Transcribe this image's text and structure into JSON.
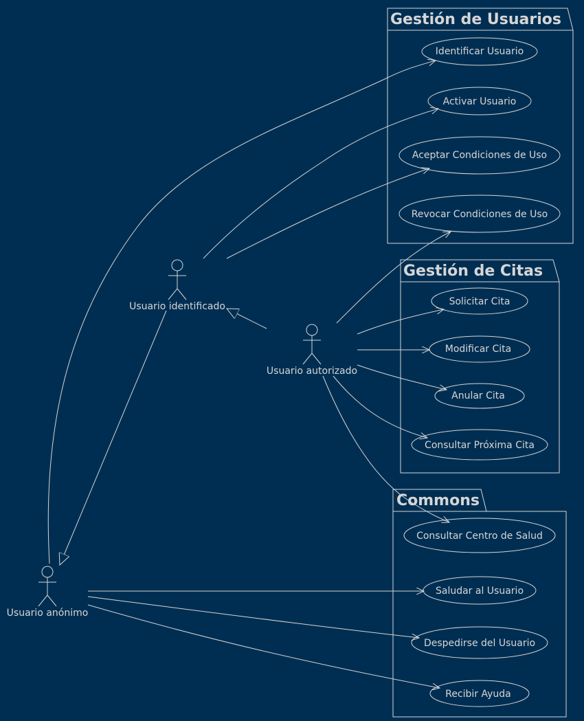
{
  "colors": {
    "background": "#002e52",
    "line": "#d6d6d6",
    "text": "#d6d6d6"
  },
  "packages": [
    {
      "id": "usuarios",
      "title": "Gestión de Usuarios"
    },
    {
      "id": "citas",
      "title": "Gestión de Citas"
    },
    {
      "id": "commons",
      "title": "Commons"
    }
  ],
  "use_cases": [
    {
      "id": "identificar",
      "label": "Identificar Usuario"
    },
    {
      "id": "activar",
      "label": "Activar Usuario"
    },
    {
      "id": "aceptar",
      "label": "Aceptar Condiciones de Uso"
    },
    {
      "id": "revocar",
      "label": "Revocar Condiciones de Uso"
    },
    {
      "id": "solicitar",
      "label": "Solicitar Cita"
    },
    {
      "id": "modificar",
      "label": "Modificar Cita"
    },
    {
      "id": "anular",
      "label": "Anular Cita"
    },
    {
      "id": "consultar_proxima",
      "label": "Consultar Próxima Cita"
    },
    {
      "id": "consultar_centro",
      "label": "Consultar Centro de Salud"
    },
    {
      "id": "saludar",
      "label": "Saludar al Usuario"
    },
    {
      "id": "despedirse",
      "label": "Despedirse del Usuario"
    },
    {
      "id": "ayuda",
      "label": "Recibir Ayuda"
    }
  ],
  "actors": [
    {
      "id": "identificado",
      "label": "Usuario identificado"
    },
    {
      "id": "autorizado",
      "label": "Usuario autorizado"
    },
    {
      "id": "anonimo",
      "label": "Usuario anónimo"
    }
  ]
}
